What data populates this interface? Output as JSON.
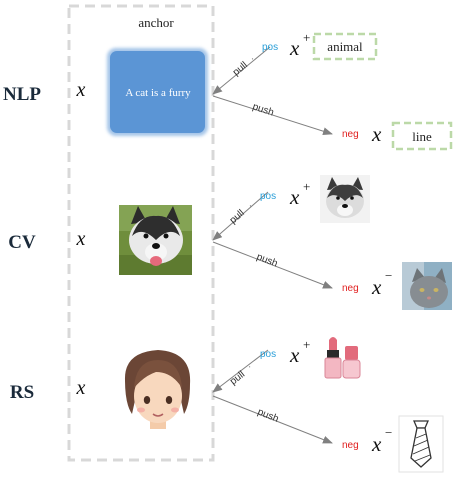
{
  "anchor_label": "anchor",
  "rows": [
    {
      "id": "nlp",
      "label": "NLP",
      "var": "x",
      "anchor_text": "A cat is a furry",
      "pos_label": "pos",
      "neg_label": "neg",
      "pull_label": "pull",
      "push_label": "push",
      "pos_var": "x",
      "pos_sup": "+",
      "neg_var": "x",
      "pos_item_text": "animal",
      "neg_item_text": "line"
    },
    {
      "id": "cv",
      "label": "CV",
      "var": "x",
      "pos_label": "pos",
      "neg_label": "neg",
      "pull_label": "pull",
      "push_label": "push",
      "pos_var": "x",
      "pos_sup": "+",
      "neg_var": "x",
      "neg_sup": "−"
    },
    {
      "id": "rs",
      "label": "RS",
      "var": "x",
      "pos_label": "pos",
      "neg_label": "neg",
      "pull_label": "pull",
      "push_label": "push",
      "pos_var": "x",
      "pos_sup": "+",
      "neg_var": "x",
      "neg_sup": "−"
    }
  ],
  "colors": {
    "pos": "#2a9fd8",
    "neg": "#e02020",
    "text_box_fill": "#5b95d5",
    "dashed_border": "#d8d8d8",
    "item_box_border": "#bcd9a8",
    "arrow": "#808080",
    "row_label": "#1a2a3a"
  }
}
